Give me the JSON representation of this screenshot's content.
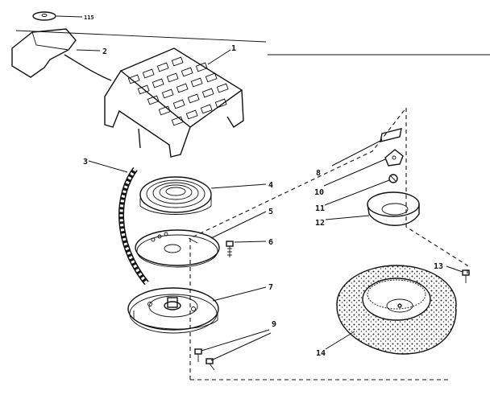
{
  "diagram": {
    "callouts": [
      {
        "id": "c115",
        "label": "115"
      },
      {
        "id": "c1",
        "label": "1"
      },
      {
        "id": "c2",
        "label": "2"
      },
      {
        "id": "c3",
        "label": "3"
      },
      {
        "id": "c4",
        "label": "4"
      },
      {
        "id": "c5",
        "label": "5"
      },
      {
        "id": "c6",
        "label": "6"
      },
      {
        "id": "c7",
        "label": "7"
      },
      {
        "id": "c8",
        "label": "8"
      },
      {
        "id": "c9",
        "label": "9"
      },
      {
        "id": "c10",
        "label": "10"
      },
      {
        "id": "c11",
        "label": "11"
      },
      {
        "id": "c12",
        "label": "12"
      },
      {
        "id": "c13",
        "label": "13"
      },
      {
        "id": "c14",
        "label": "14"
      }
    ]
  }
}
